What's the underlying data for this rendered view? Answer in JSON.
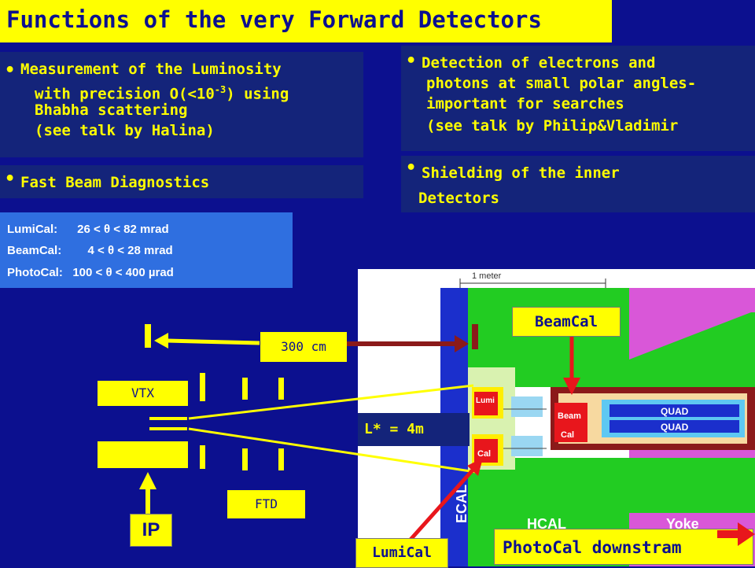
{
  "title": "Functions of the very Forward Detectors",
  "left_panel": {
    "bullet": "•",
    "lines": [
      "Measurement of the Luminosity",
      "with precision O(<10",
      "Bhabha scattering",
      "(see talk by Halina)"
    ],
    "superscript": "-3",
    "line2_end": ") using"
  },
  "left_panel_2": "Fast Beam Diagnostics",
  "right_panel": {
    "lines": [
      "Detection of electrons and",
      "photons at small polar angles-",
      "important for searches",
      "(see talk by Philip&Vladimir"
    ]
  },
  "right_panel_2": {
    "lines": [
      "Shielding of the inner",
      "Detectors"
    ]
  },
  "ranges": [
    "LumiCal:      26 < θ < 82 mrad",
    "BeamCal:        4 < θ < 28 mrad",
    "PhotoCal:   100 < θ < 400 µrad"
  ],
  "labels": {
    "distance": "300 cm",
    "vtx": "VTX",
    "ftd": "FTD",
    "ip": "IP",
    "lstar": "L* = 4m",
    "beamcal": "BeamCal",
    "lumical": "LumiCal",
    "photocal": "PhotoCal downstram",
    "scale": "1 meter"
  },
  "diagram": {
    "lumi1": "Lumi",
    "lumi2": "Cal",
    "beam1": "Beam",
    "beam2": "Cal",
    "quad": "QUAD",
    "ecal": "ECAL",
    "hcal": "HCAL",
    "yoke": "Yoke"
  },
  "colors": {
    "background": "#0c108f",
    "title_bg": "#ffff00",
    "accent_red": "#e8161c",
    "dark_red": "#8b1a1a"
  }
}
